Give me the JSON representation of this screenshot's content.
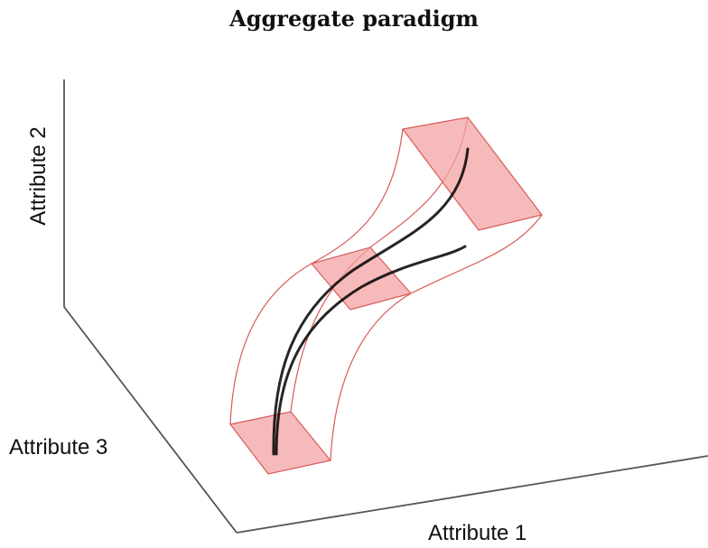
{
  "title": "Aggregate paradigm",
  "axes": {
    "x_label": "Attribute 1",
    "y_label": "Attribute 2",
    "z_label": "Attribute 3"
  },
  "colors": {
    "axis": "#555555",
    "tube_outline": "#d85a5a",
    "slab_fill": "#f4a3a3",
    "trajectory": "#000000"
  }
}
